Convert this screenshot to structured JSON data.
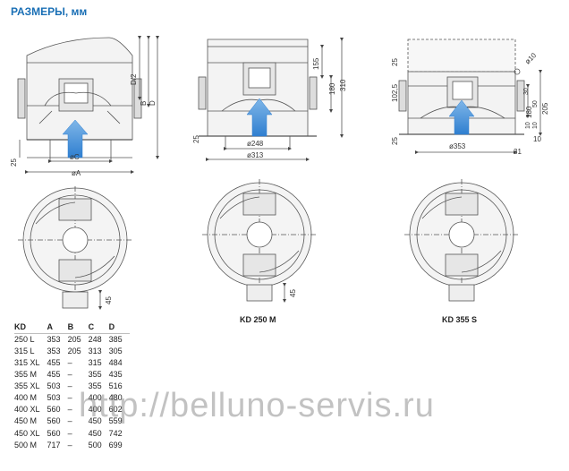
{
  "title": "РАЗМЕРЫ, мм",
  "captions": {
    "middle": "KD 250 M",
    "right": "KD 355 S"
  },
  "dims": {
    "left": {
      "d2": "D/2",
      "b": "B",
      "d": "D",
      "h25": "25",
      "c": "øC",
      "a": "øA"
    },
    "middle": {
      "v155": "155",
      "v180": "180",
      "v310": "310",
      "h25": "25",
      "c": "ø248",
      "a": "ø313"
    },
    "right": {
      "t25": "25",
      "v1025": "102,5",
      "r10": "ø10",
      "v30": "30",
      "v50": "50",
      "v180": "180",
      "v205": "205",
      "v10a": "10",
      "v10b": "10",
      "h25": "25",
      "v10c": "10",
      "a": "ø353",
      "v31": "31"
    },
    "bottom": {
      "v45a": "45",
      "v45b": "45"
    }
  },
  "table": {
    "headers": [
      "KD",
      "A",
      "B",
      "C",
      "D"
    ],
    "rows": [
      [
        "250 L",
        "353",
        "205",
        "248",
        "385"
      ],
      [
        "315 L",
        "353",
        "205",
        "313",
        "305"
      ],
      [
        "315 XL",
        "455",
        "–",
        "315",
        "484"
      ],
      [
        "355 M",
        "455",
        "–",
        "355",
        "435"
      ],
      [
        "355 XL",
        "503",
        "–",
        "355",
        "516"
      ],
      [
        "400 M",
        "503",
        "–",
        "400",
        "480"
      ],
      [
        "400 XL",
        "560",
        "–",
        "400",
        "602"
      ],
      [
        "450 M",
        "560",
        "–",
        "450",
        "559"
      ],
      [
        "450 XL",
        "560",
        "–",
        "450",
        "742"
      ],
      [
        "500 M",
        "717",
        "–",
        "500",
        "699"
      ]
    ]
  },
  "watermark": "http://belluno-servis.ru"
}
